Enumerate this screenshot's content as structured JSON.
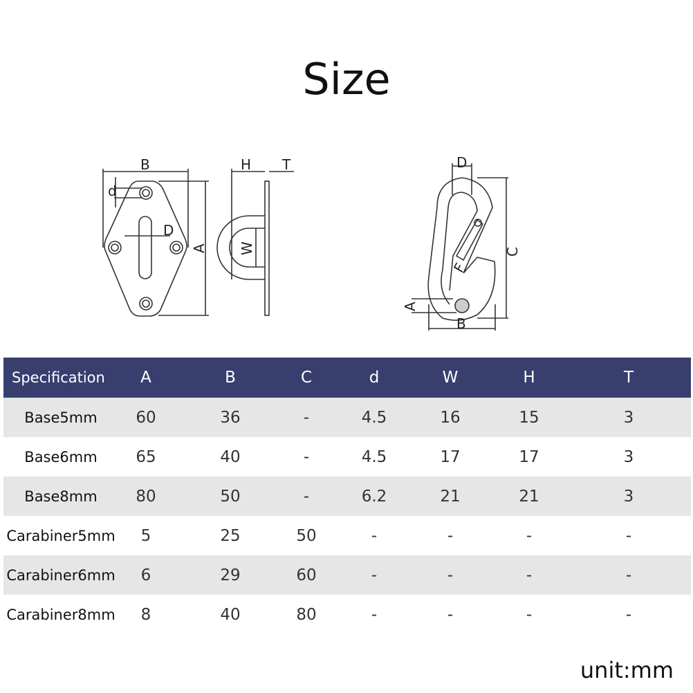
{
  "title": "Size",
  "diagram_labels": {
    "plate_B": "B",
    "plate_d": "d",
    "plate_D": "D",
    "plate_A": "A",
    "side_H": "H",
    "side_T": "T",
    "side_W": "W",
    "hook_D": "D",
    "hook_C": "C",
    "hook_F": "F",
    "hook_A": "A",
    "hook_B": "B"
  },
  "table": {
    "headers": [
      "Specification",
      "A",
      "B",
      "C",
      "d",
      "W",
      "H",
      "T"
    ],
    "rows": [
      [
        "Base5mm",
        "60",
        "36",
        "-",
        "4.5",
        "16",
        "15",
        "3"
      ],
      [
        "Base6mm",
        "65",
        "40",
        "-",
        "4.5",
        "17",
        "17",
        "3"
      ],
      [
        "Base8mm",
        "80",
        "50",
        "-",
        "6.2",
        "21",
        "21",
        "3"
      ],
      [
        "Carabiner5mm",
        "5",
        "25",
        "50",
        "-",
        "-",
        "-",
        "-"
      ],
      [
        "Carabiner6mm",
        "6",
        "29",
        "60",
        "-",
        "-",
        "-",
        "-"
      ],
      [
        "Carabiner8mm",
        "8",
        "40",
        "80",
        "-",
        "-",
        "-",
        "-"
      ]
    ]
  },
  "unit": "unit:mm",
  "colors": {
    "header_bg": "#383f6f",
    "row_alt": "#e6e6e6"
  }
}
